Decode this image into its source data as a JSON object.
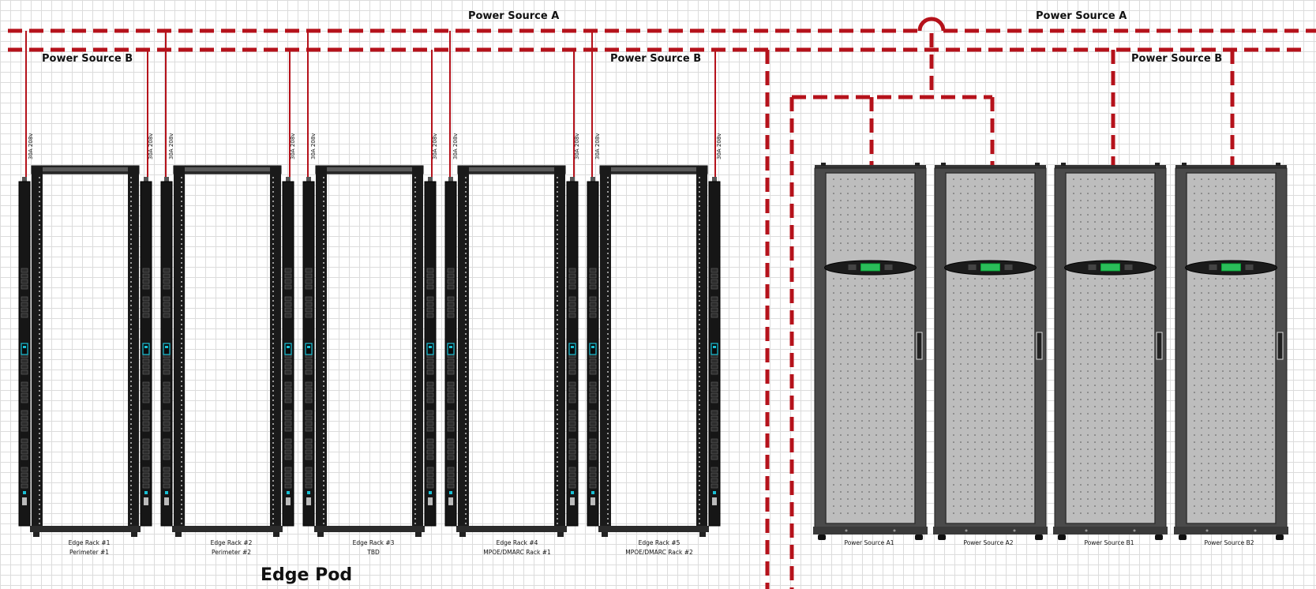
{
  "labels": {
    "source_a": "Power Source A",
    "source_b": "Power Source B",
    "feed": "30A 208v",
    "pod_title": "Edge Pod"
  },
  "racks": [
    {
      "line1": "Edge Rack #1",
      "line2": "Perimeter #1"
    },
    {
      "line1": "Edge Rack #2",
      "line2": "Perimeter #2"
    },
    {
      "line1": "Edge Rack #3",
      "line2": "TBD"
    },
    {
      "line1": "Edge Rack #4",
      "line2": "MPOE/DMARC Rack #1"
    },
    {
      "line1": "Edge Rack #5",
      "line2": "MPOE/DMARC Rack #2"
    }
  ],
  "ups": [
    {
      "label": "Power Source A1"
    },
    {
      "label": "Power Source A2"
    },
    {
      "label": "Power Source B1"
    },
    {
      "label": "Power Source B2"
    }
  ],
  "colors": {
    "cable": "#b5121b",
    "rack_frame": "#1a1a1a",
    "ups_body": "#4a4a4a",
    "ups_display": "#2bbd5a",
    "pdu_led": "#19c1d6"
  }
}
